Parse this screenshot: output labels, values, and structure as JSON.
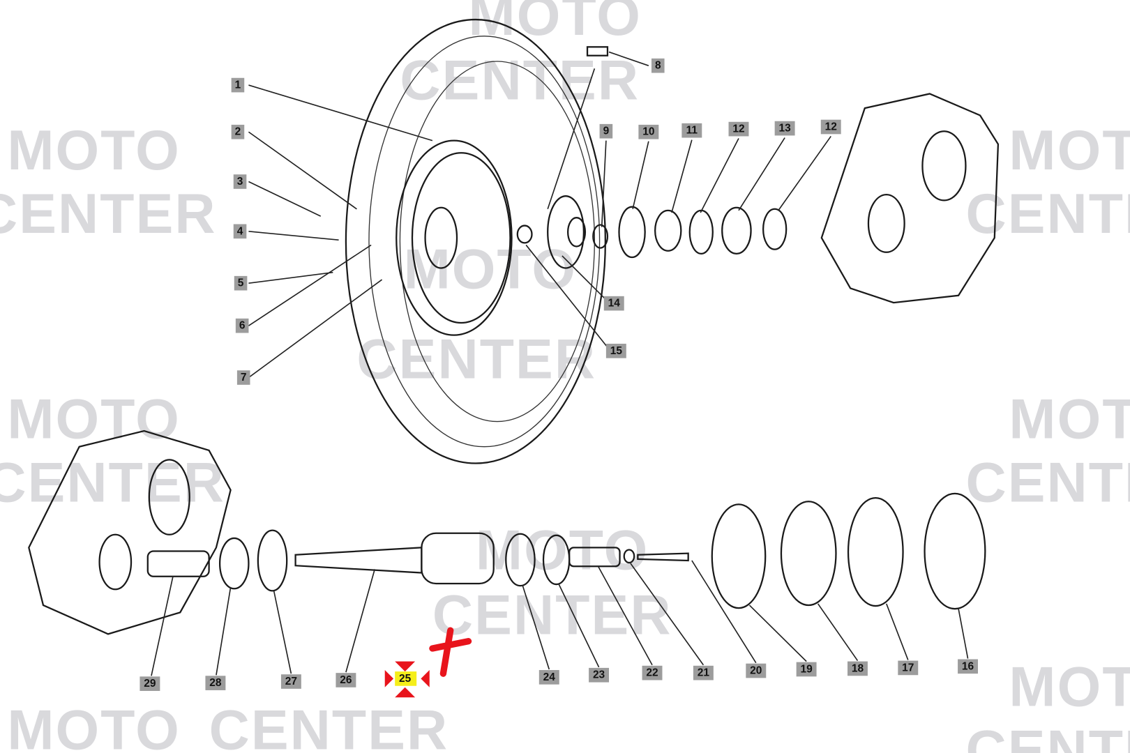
{
  "watermark": {
    "line1": "MOTO",
    "line2": "CENTER"
  },
  "labels": [
    "1",
    "2",
    "3",
    "4",
    "5",
    "6",
    "7",
    "8",
    "9",
    "10",
    "11",
    "12",
    "13",
    "12",
    "14",
    "15",
    "16",
    "17",
    "18",
    "19",
    "20",
    "21",
    "22",
    "23",
    "24",
    "25",
    "26",
    "27",
    "28",
    "29"
  ],
  "selected_part": "25",
  "colors": {
    "highlight": "#f5ee1a",
    "marker": "#e8141c",
    "label_bg": "#9c9c9c"
  }
}
